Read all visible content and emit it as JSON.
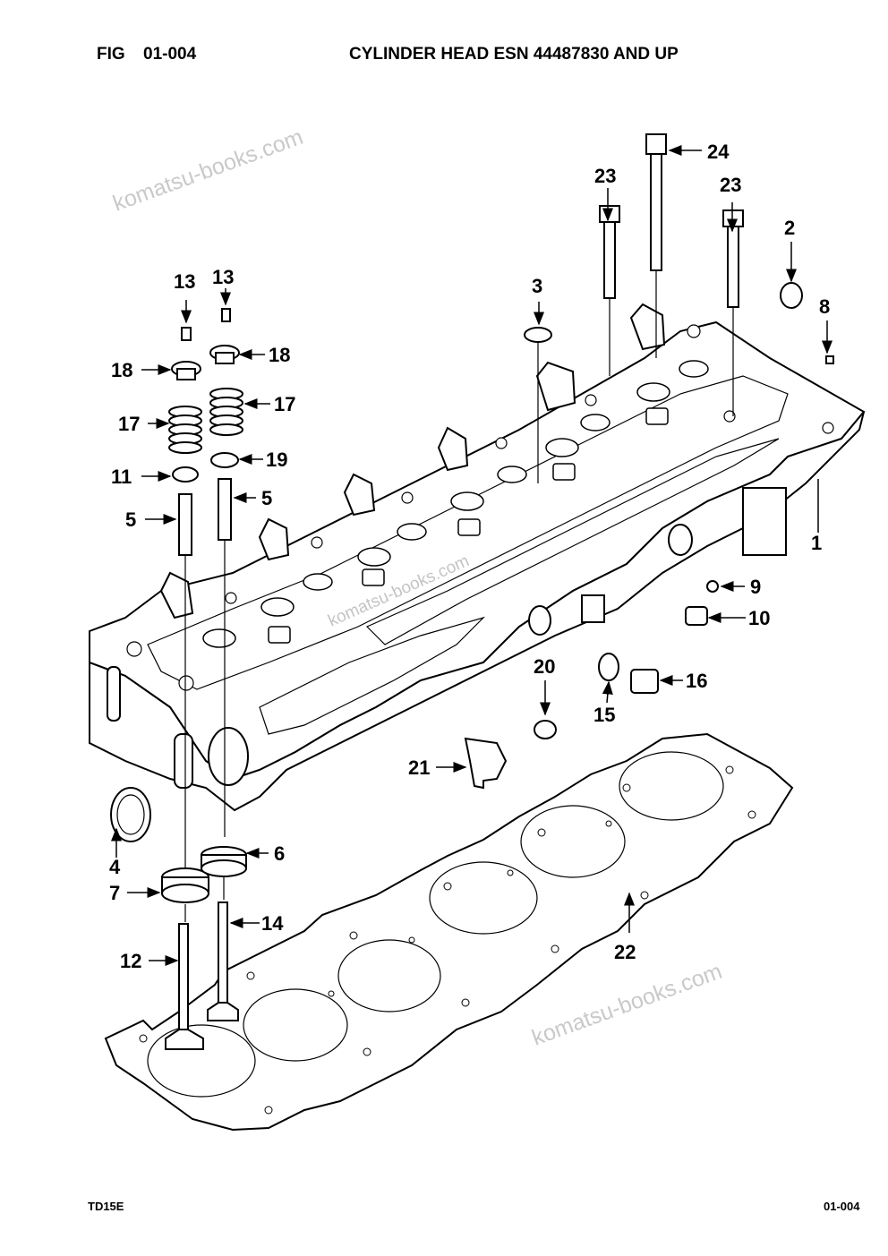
{
  "header": {
    "fig_label": "FIG",
    "fig_number": "01-004",
    "title": "CYLINDER HEAD ESN 44487830 AND UP"
  },
  "footer": {
    "model": "TD15E",
    "page": "01-004"
  },
  "watermark": "komatsu-books.com",
  "callouts": {
    "c1": "1",
    "c2": "2",
    "c3": "3",
    "c4": "4",
    "c5a": "5",
    "c5b": "5",
    "c6": "6",
    "c7": "7",
    "c8": "8",
    "c9": "9",
    "c10": "10",
    "c11": "11",
    "c12": "12",
    "c13a": "13",
    "c13b": "13",
    "c14": "14",
    "c15": "15",
    "c16": "16",
    "c17a": "17",
    "c17b": "17",
    "c18a": "18",
    "c18b": "18",
    "c19": "19",
    "c20": "20",
    "c21": "21",
    "c22": "22",
    "c23a": "23",
    "c23b": "23",
    "c24": "24"
  }
}
